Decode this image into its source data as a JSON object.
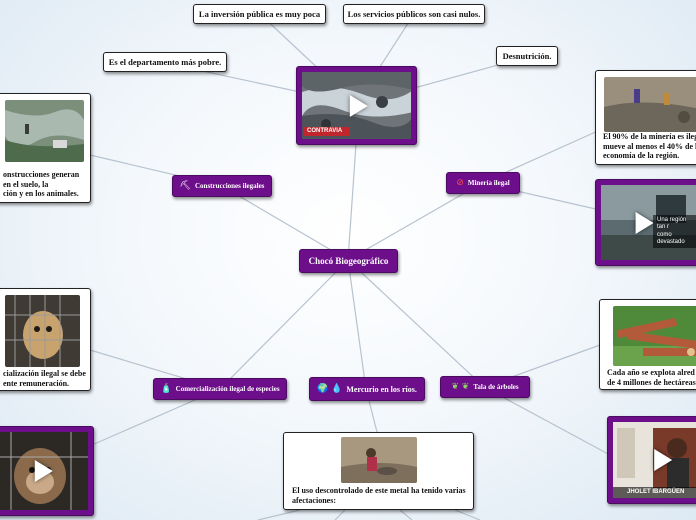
{
  "central": {
    "label": "Chocó Biogeográfico"
  },
  "notes": {
    "inversion": "La inversión pública es muy poca",
    "servicios": "Los servicios públicos son casi nulos.",
    "departamento": "Es el departamento más pobre.",
    "desnutricion": "Desnutrición."
  },
  "topics": {
    "construcciones": {
      "label": "Construcciones ilegales",
      "icon": "construction-icon"
    },
    "mineria": {
      "label": "Minería ilegal",
      "icon": "prohibited-icon"
    },
    "comercializacion": {
      "label": "Comercialización ilegal de especies",
      "icon": "bottle-icon"
    },
    "mercurio": {
      "label": "Mercurio en los ríos.",
      "icon": "globe-droplet-icon"
    },
    "tala": {
      "label": "Tala de árboles",
      "icon": "leaves-icon"
    }
  },
  "cards": {
    "construcciones": "onstrucciones generan\nen el suelo, la\nción y en los animales.",
    "mineria": "El 90% de la minería es ileg\nmueve al menos el 40% de l\neconomía de la región.",
    "comercializacion": "cialización ilegal se debe\nente remuneración.",
    "tala": "Cada año se explota alred\nde 4 millones de hectáreas",
    "mercurio": "El uso descontrolado de este metal ha tenido varias\nafectaciones:"
  },
  "videos": {
    "top": {
      "caption": "CONTRAVIA"
    },
    "mineria": {
      "caption": "Una región tan r\ncomo devastado"
    },
    "tala": {
      "caption": "JHOLET IBARGÜEN"
    }
  }
}
